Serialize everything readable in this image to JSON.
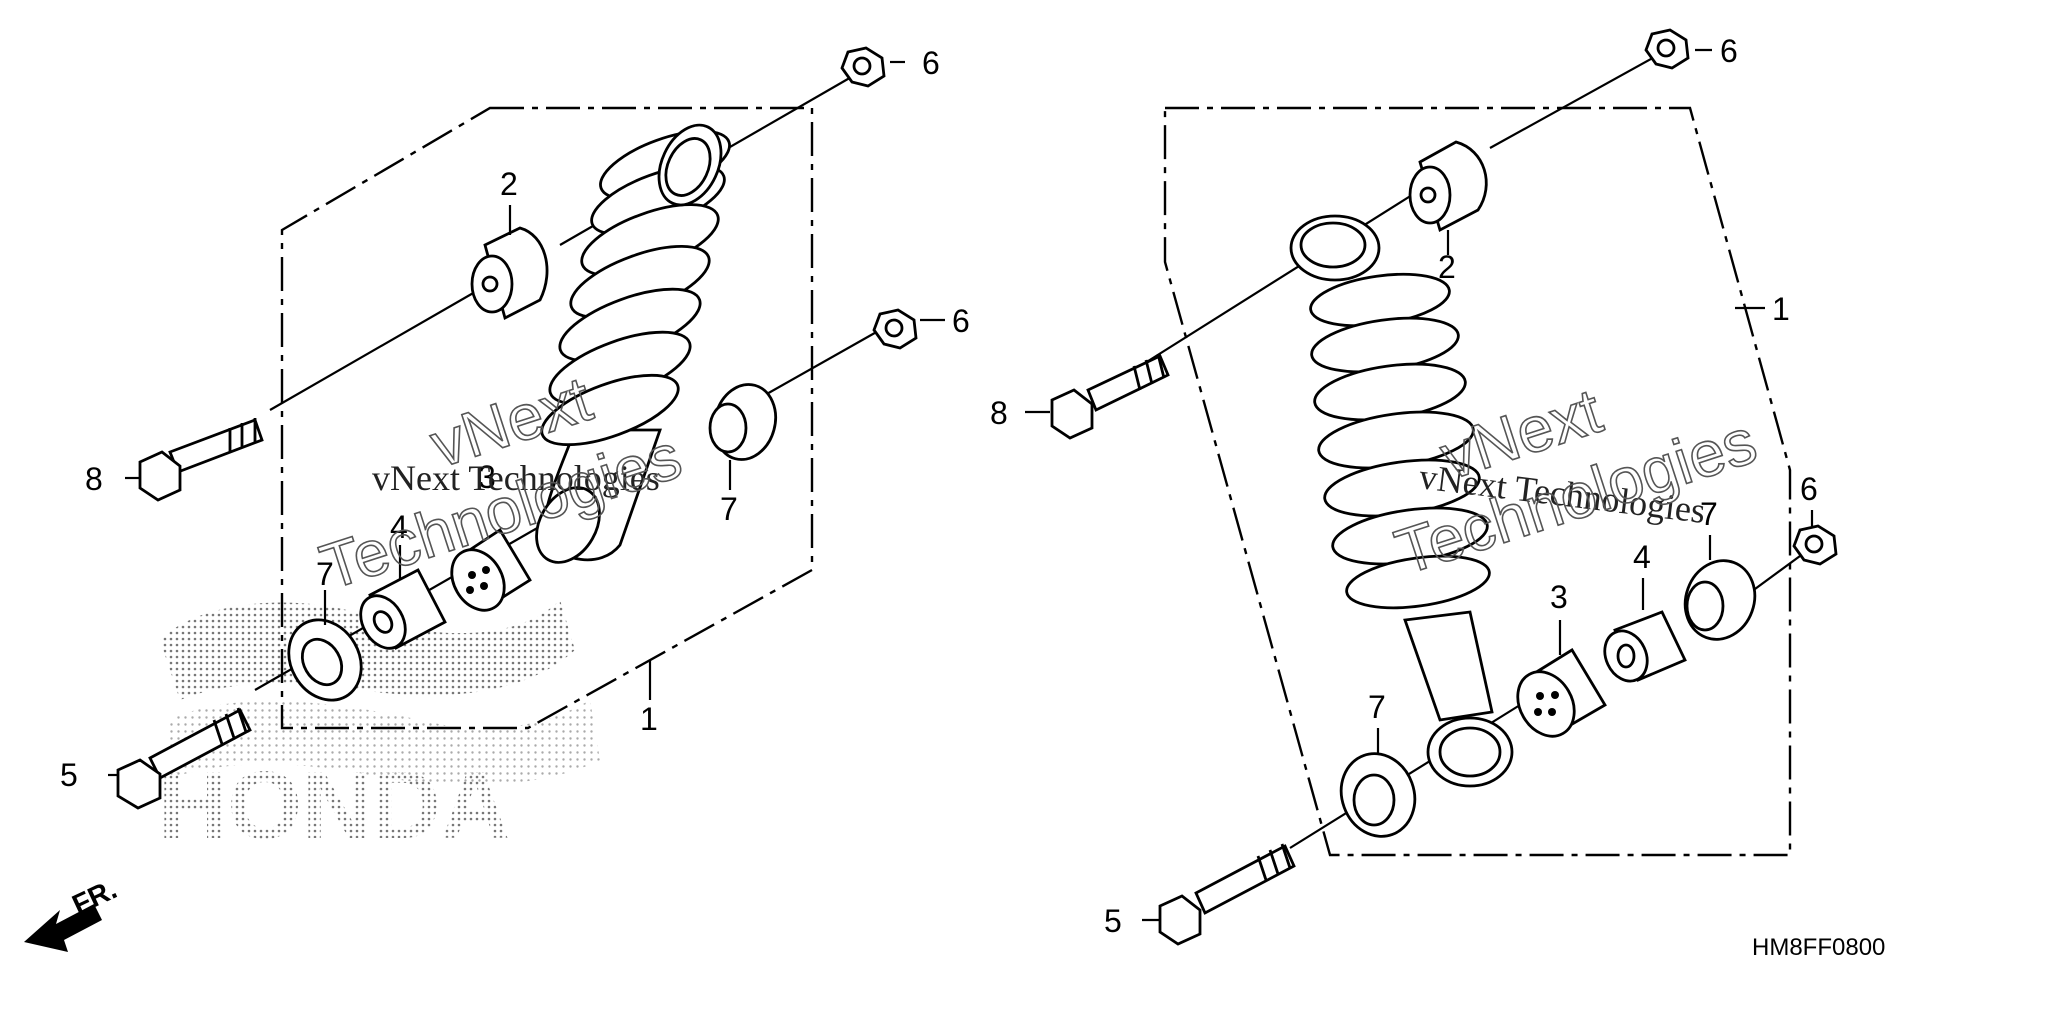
{
  "diagram_code": "HM8FF0800",
  "direction_label": "FR.",
  "brand_watermark": "HONDA",
  "watermark_lines": [
    "vNext Technologies",
    "vNext",
    "Technologies"
  ],
  "callouts": {
    "left": {
      "assembly": "1",
      "rubber_bush": "2",
      "collar_bush": "3",
      "collar": "4",
      "bolt_lower": "5",
      "nut_top": "6",
      "nut_right": "6",
      "seal_right": "7",
      "seal_left": "7",
      "bolt_upper": "8"
    },
    "right": {
      "assembly": "1",
      "rubber_bush": "2",
      "collar_bush": "3",
      "collar": "4",
      "bolt_lower": "5",
      "nut_top": "6",
      "nut_right": "6",
      "seal_right": "7",
      "seal_left": "7",
      "bolt_upper": "8"
    }
  }
}
